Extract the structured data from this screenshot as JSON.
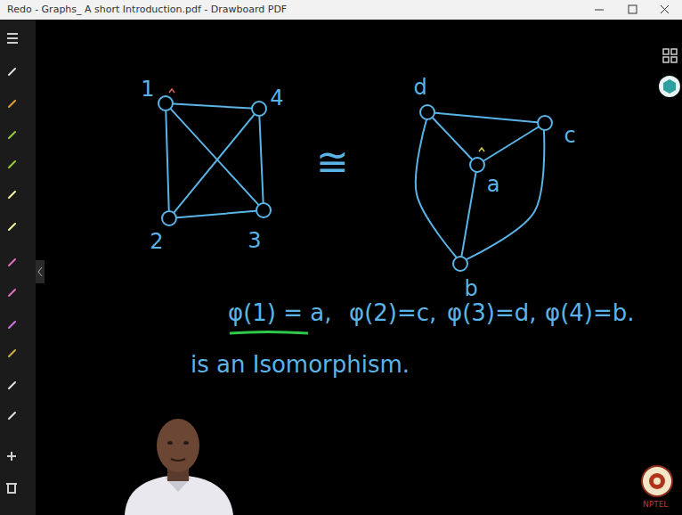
{
  "diagram": {
    "nodes": [
      {
        "text": [
          "1"
        ]
      },
      {
        "text": [
          "4"
        ]
      },
      {
        "text": [
          "2"
        ]
      },
      {
        "text": [
          "3"
        ]
      },
      {
        "text": [
          "d"
        ]
      },
      {
        "text": [
          "c"
        ]
      },
      {
        "text": [
          "a"
        ]
      },
      {
        "text": [
          "b"
        ]
      }
    ],
    "edges": [
      {
        "from": 0,
        "to": 1,
        "arrow": "none"
      },
      {
        "from": 0,
        "to": 2,
        "arrow": "none"
      },
      {
        "from": 2,
        "to": 3,
        "arrow": "none"
      },
      {
        "from": 1,
        "to": 3,
        "arrow": "none"
      },
      {
        "from": 0,
        "to": 3,
        "arrow": "none"
      },
      {
        "from": 2,
        "to": 1,
        "arrow": "none"
      },
      {
        "from": 4,
        "to": 5,
        "arrow": "none"
      },
      {
        "from": 4,
        "to": 6,
        "arrow": "none"
      },
      {
        "from": 6,
        "to": 5,
        "arrow": "none"
      },
      {
        "from": 6,
        "to": 7,
        "arrow": "none"
      },
      {
        "from": 4,
        "to": 7,
        "arrow": "none"
      },
      {
        "from": 5,
        "to": 7,
        "arrow": "none"
      }
    ],
    "labels": [
      "Redo - Graphs_ A short Introduction.pdf - Drawboard PDF",
      "≅",
      "φ(1) = a,",
      "φ(2)=c,",
      "φ(3)=d,",
      "φ(4)=b.",
      "is an Isomorphism.",
      "NPTEL"
    ]
  }
}
